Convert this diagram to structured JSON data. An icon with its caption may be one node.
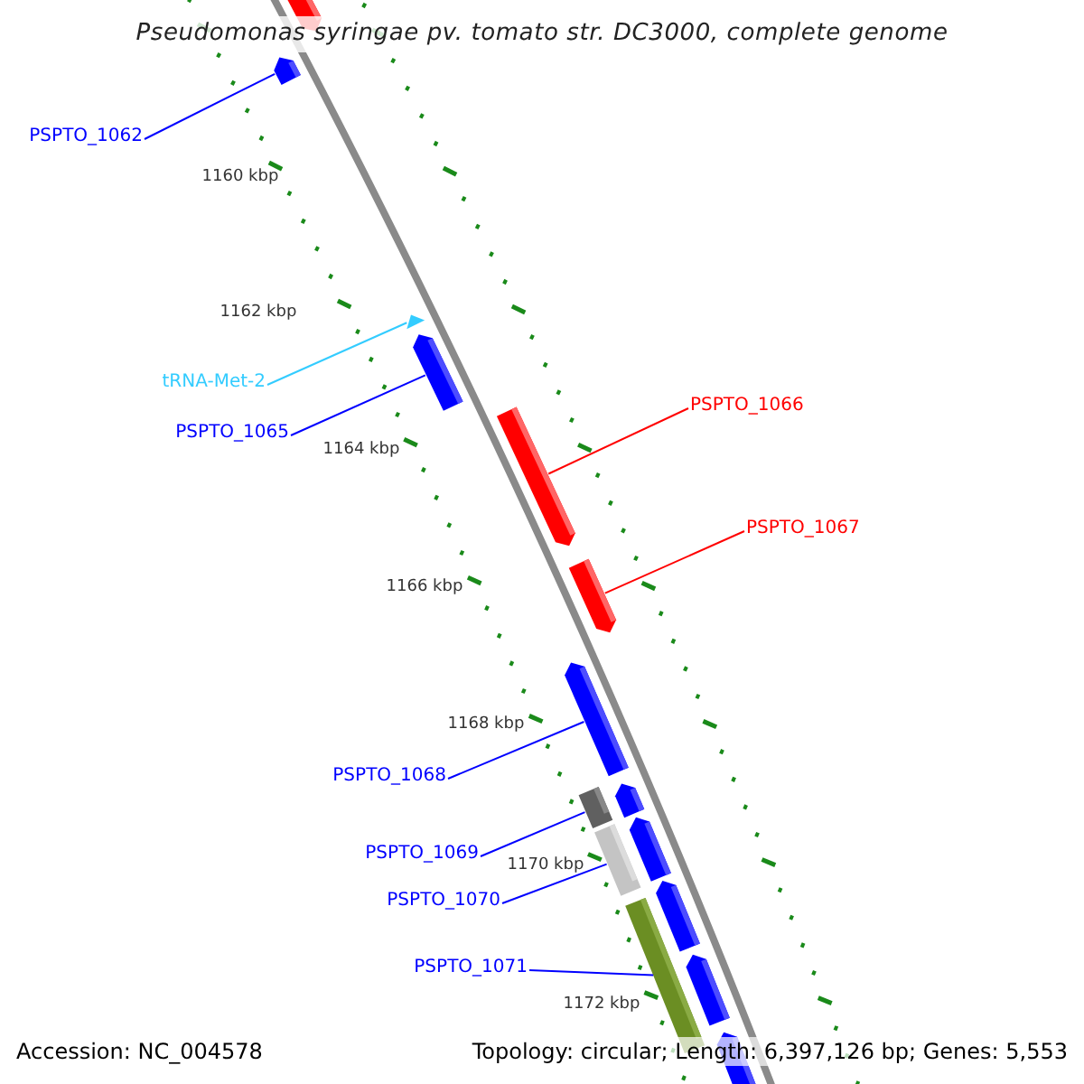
{
  "diagram": {
    "title": "Pseudomonas syringae pv. tomato str. DC3000, complete genome",
    "nodes": [
      {
        "text": [
          "PSPTO_1062"
        ]
      },
      {
        "text": [
          "tRNA-Met-2"
        ]
      },
      {
        "text": [
          "PSPTO_1065"
        ]
      },
      {
        "text": [
          "PSPTO_1066"
        ]
      },
      {
        "text": [
          "PSPTO_1067"
        ]
      },
      {
        "text": [
          "PSPTO_1068"
        ]
      },
      {
        "text": [
          "PSPTO_1069"
        ]
      },
      {
        "text": [
          "PSPTO_1070"
        ]
      },
      {
        "text": [
          "PSPTO_1071"
        ]
      },
      {
        "text": [],
        "shape": "bar"
      },
      {
        "text": [],
        "shape": "bar"
      },
      {
        "text": [],
        "shape": "bar"
      },
      {
        "text": [],
        "shape": "bar"
      },
      {
        "text": [],
        "shape": "bar"
      },
      {
        "text": [],
        "shape": "bar"
      },
      {
        "text": [],
        "shape": "bar"
      },
      {
        "text": [],
        "shape": "bar"
      },
      {
        "text": [],
        "shape": "bar"
      }
    ],
    "edges": [
      {
        "from": 0,
        "to": 9,
        "arrow": "none"
      },
      {
        "from": 1,
        "to": 10,
        "arrow": "none",
        "color": "#33ccff"
      },
      {
        "from": 2,
        "to": 11,
        "arrow": "none"
      },
      {
        "from": 3,
        "to": 12,
        "arrow": "none",
        "color": "#ff0000"
      },
      {
        "from": 4,
        "to": 13,
        "arrow": "none",
        "color": "#ff0000"
      },
      {
        "from": 5,
        "to": 14,
        "arrow": "none"
      },
      {
        "from": 6,
        "to": 15,
        "arrow": "none"
      },
      {
        "from": 7,
        "to": 16,
        "arrow": "none"
      },
      {
        "from": 8,
        "to": 17,
        "arrow": "none"
      }
    ],
    "labels": [
      "1160 kbp",
      "1162 kbp",
      "1164 kbp",
      "1166 kbp",
      "1168 kbp",
      "1170 kbp",
      "1172 kbp",
      "Accession: NC_004578",
      "Topology: circular; Length: 6,397,126 bp; Genes: 5,553"
    ]
  }
}
